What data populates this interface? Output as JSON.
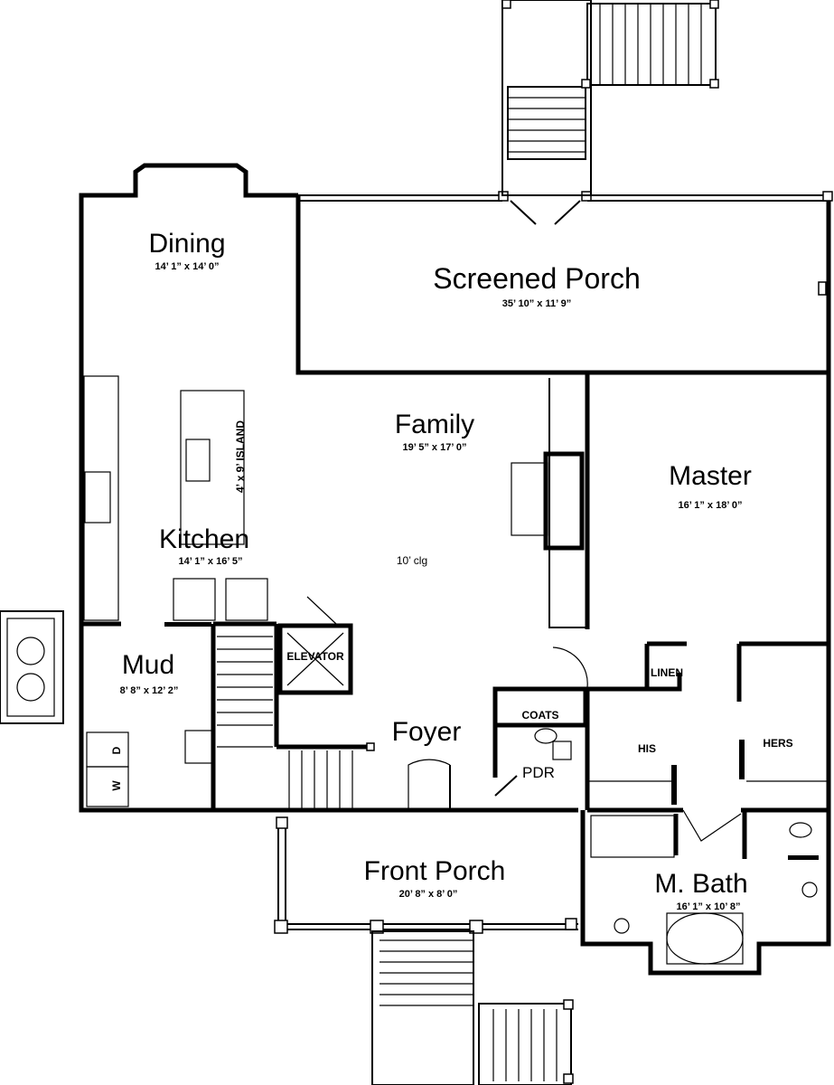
{
  "rooms": {
    "dining": {
      "name": "Dining",
      "dims": "14’ 1” x 14’ 0”"
    },
    "screened_porch": {
      "name": "Screened Porch",
      "dims": "35’ 10” x 11’ 9”"
    },
    "family": {
      "name": "Family",
      "dims": "19’ 5” x 17’ 0”",
      "ceiling": "10’ clg"
    },
    "kitchen": {
      "name": "Kitchen",
      "dims": "14’ 1” x 16’ 5”",
      "island": "4’ x 9’ ISLAND"
    },
    "master": {
      "name": "Master",
      "dims": "16’ 1” x 18’ 0”"
    },
    "mud": {
      "name": "Mud",
      "dims": "8’ 8” x 12’ 2”"
    },
    "foyer": {
      "name": "Foyer"
    },
    "front_porch": {
      "name": "Front Porch",
      "dims": "20’ 8” x 8’ 0”"
    },
    "master_bath": {
      "name": "M. Bath",
      "dims": "16’ 1” x 10’ 8”"
    }
  },
  "labels": {
    "elevator": "ELEVATOR",
    "coats": "COATS",
    "pdr": "PDR",
    "linen": "LINEN",
    "his": "HIS",
    "hers": "HERS",
    "washer": "W",
    "dryer": "D"
  }
}
